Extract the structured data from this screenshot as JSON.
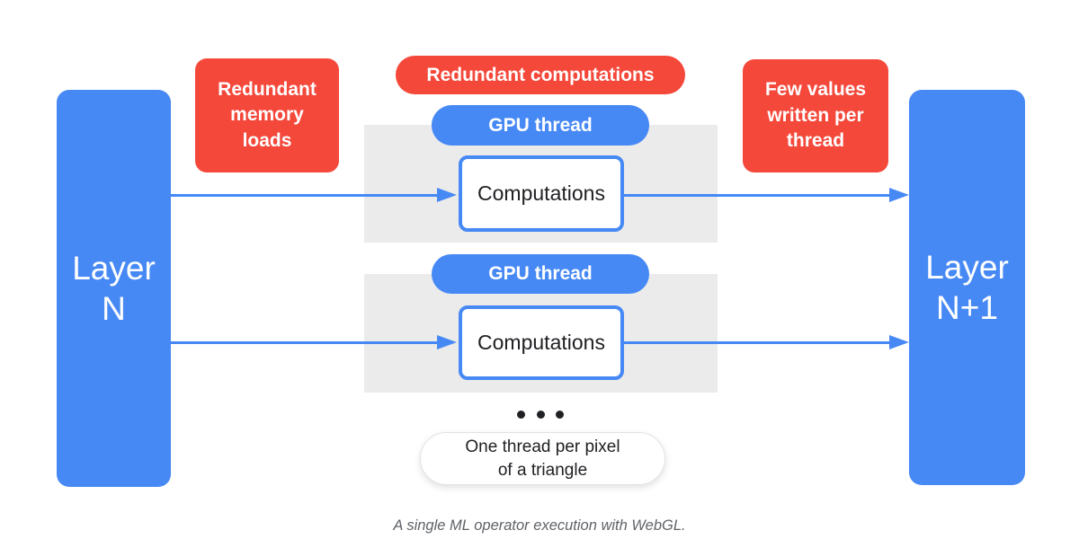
{
  "colors": {
    "blue": "#4789F4",
    "red": "#F4483B",
    "gray": "#EBEBEB",
    "text_dark": "#202124",
    "caption_gray": "#5F6368"
  },
  "layers": {
    "left": "Layer\nN",
    "right": "Layer\nN+1"
  },
  "annotations": {
    "memory": "Redundant\nmemory\nloads",
    "computations": "Redundant computations",
    "few_values": "Few values\nwritten per\nthread"
  },
  "threads": [
    {
      "pill": "GPU thread",
      "box": "Computations"
    },
    {
      "pill": "GPU thread",
      "box": "Computations"
    }
  ],
  "note": "One thread per pixel\nof a triangle",
  "caption": "A single ML operator execution with WebGL."
}
